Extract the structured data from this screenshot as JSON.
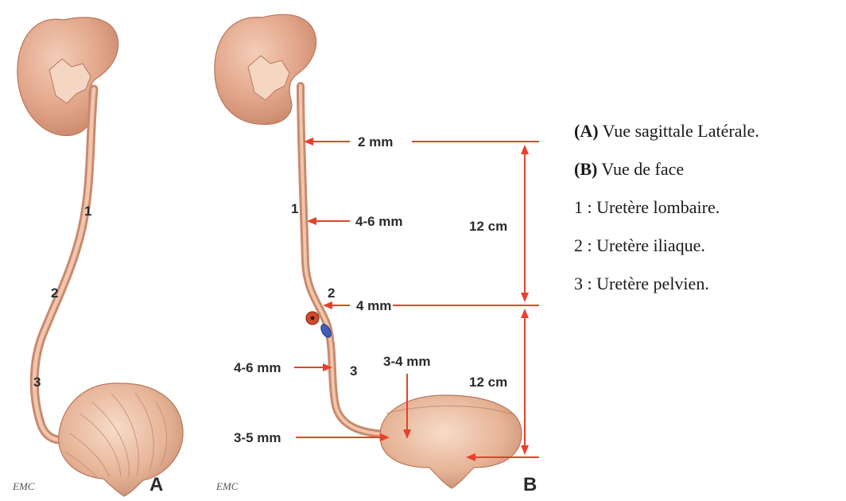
{
  "figure": {
    "panel_a": {
      "letter": "A",
      "watermark": "EMC",
      "segments": [
        "1",
        "2",
        "3"
      ]
    },
    "panel_b": {
      "letter": "B",
      "watermark": "EMC",
      "segments": [
        "1",
        "2",
        "3"
      ],
      "diameters": {
        "top": "2 mm",
        "lumbar": "4-6 mm",
        "iliac": "4 mm",
        "pelvic": "4-6 mm",
        "intramural": "3-4 mm",
        "entry": "3-5 mm"
      },
      "lengths": {
        "upper": "12 cm",
        "lower": "12 cm"
      }
    }
  },
  "legend": {
    "items": [
      {
        "tag": "(A)",
        "text": " Vue sagittale Latérale."
      },
      {
        "tag": "(B)",
        "text": " Vue de face"
      },
      {
        "tag": "",
        "text": "1 : Uretère lombaire."
      },
      {
        "tag": "",
        "text": "2 : Uretère iliaque."
      },
      {
        "tag": "",
        "text": "3 : Uretère pelvien."
      }
    ]
  },
  "colors": {
    "organ_fill": "#e2a68a",
    "organ_shade": "#c9876b",
    "organ_light": "#f3cdb8",
    "measure_red": "#e8402a",
    "text_dark": "#2b2b2b"
  }
}
